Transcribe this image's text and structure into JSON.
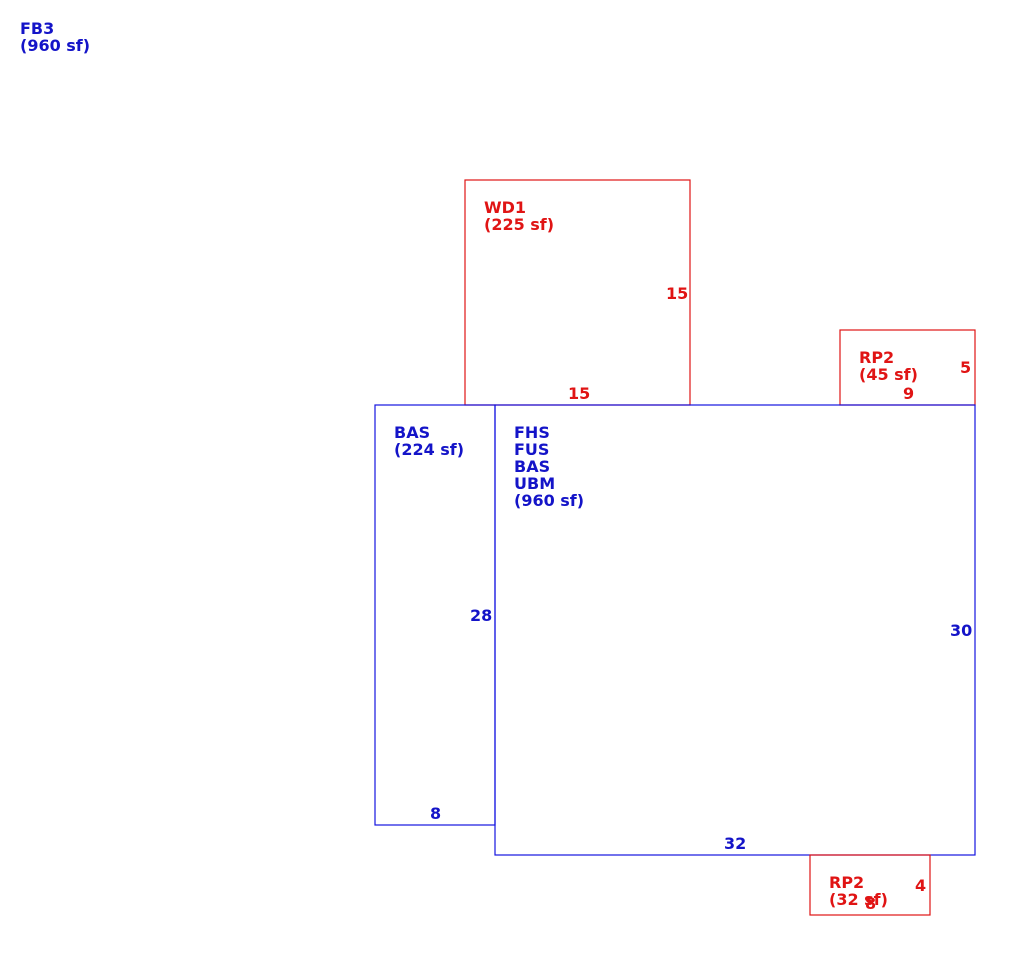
{
  "legend": {
    "line1": "FB3",
    "line2": "(960 sf)"
  },
  "areas": {
    "wd1": {
      "code": "WD1",
      "area": "(225 sf)",
      "side_a": "15",
      "side_b": "15"
    },
    "rp2_top": {
      "code": "RP2",
      "area": "(45 sf)",
      "side_a": "5",
      "side_b": "9"
    },
    "bas_small": {
      "code": "BAS",
      "area": "(224 sf)",
      "side_a": "28",
      "side_b": "8"
    },
    "main": {
      "codes": [
        "FHS",
        "FUS",
        "BAS",
        "UBM"
      ],
      "area": "(960 sf)",
      "side_a": "30",
      "side_b": "32"
    },
    "rp2_bottom": {
      "code": "RP2",
      "area": "(32 sf)",
      "side_a": "4",
      "side_b": "8"
    }
  },
  "colors": {
    "living": "#1414c8",
    "exterior": "#e01414"
  }
}
